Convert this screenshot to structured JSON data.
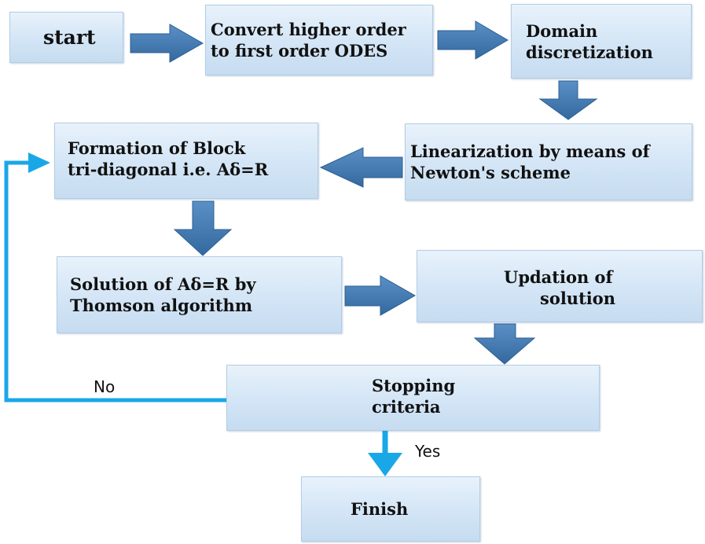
{
  "nodes": {
    "start": {
      "lines": [
        "start"
      ]
    },
    "convert": {
      "lines": [
        "Convert higher order",
        "to first order ODES"
      ]
    },
    "domain": {
      "lines": [
        "Domain",
        "discretization"
      ]
    },
    "linearization": {
      "lines": [
        "Linearization by means of",
        "Newton's scheme"
      ]
    },
    "formation": {
      "lines": [
        "Formation of Block",
        "tri-diagonal i.e.  Aδ=R"
      ]
    },
    "solution": {
      "lines": [
        "Solution of Aδ=R by",
        "Thomson algorithm"
      ]
    },
    "updation": {
      "lines": [
        "Updation of",
        "solution"
      ]
    },
    "stopping": {
      "lines": [
        "Stopping",
        "criteria"
      ]
    },
    "finish": {
      "lines": [
        "Finish"
      ]
    }
  },
  "edge_labels": {
    "no": "No",
    "yes": "Yes"
  },
  "colors": {
    "block_arrow": "#3d78b3",
    "block_arrow_edge": "#2c5f93",
    "connector": "#1aa7e8",
    "box_border": "#b3cde6"
  }
}
